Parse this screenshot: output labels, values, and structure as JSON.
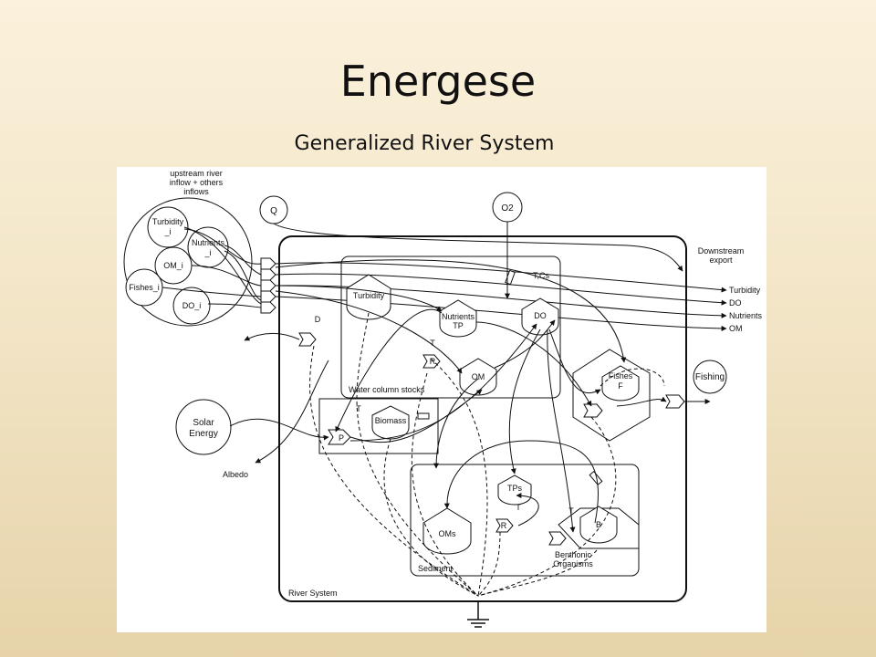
{
  "slide": {
    "title": "Energese",
    "subtitle": "Generalized  River System"
  },
  "diagram": {
    "inflow_header": [
      "upstream river",
      "inflow + others",
      "inflows"
    ],
    "inflow_stocks": {
      "turbidity": [
        "Turbidity",
        "_i"
      ],
      "nutrients": [
        "Nutrients",
        "_i"
      ],
      "om": "OM_i",
      "fishes": "Fishes_i",
      "do": "DO_i"
    },
    "sources": {
      "q": "Q",
      "o2": "O2",
      "solar": [
        "Solar",
        "Energy"
      ],
      "fishing": "Fishing"
    },
    "downstream": {
      "header": [
        "Downstream",
        "export"
      ],
      "outputs": [
        "Turbidity",
        "DO",
        "Nutrients",
        "OM"
      ]
    },
    "water_column": {
      "label": "Water column stocks",
      "turbidity": "Turbidity",
      "nutrients": [
        "Nutrients",
        "TP"
      ],
      "do": "DO",
      "om": "OM",
      "biomass": "Biomass",
      "p": "P",
      "r": "R",
      "t1": "T",
      "t2": "T",
      "d": "D",
      "t_cs": "T,Cs"
    },
    "fishes": [
      "Fishes",
      "F"
    ],
    "sediment": {
      "label": "Sediment",
      "tps": "TPs",
      "oms": "OMs",
      "r": "R",
      "t1": "T",
      "t2": "T",
      "b": "B",
      "benthonic": [
        "Benthonic",
        "Organisms"
      ]
    },
    "albedo": "Albedo",
    "system_label": "River System"
  }
}
